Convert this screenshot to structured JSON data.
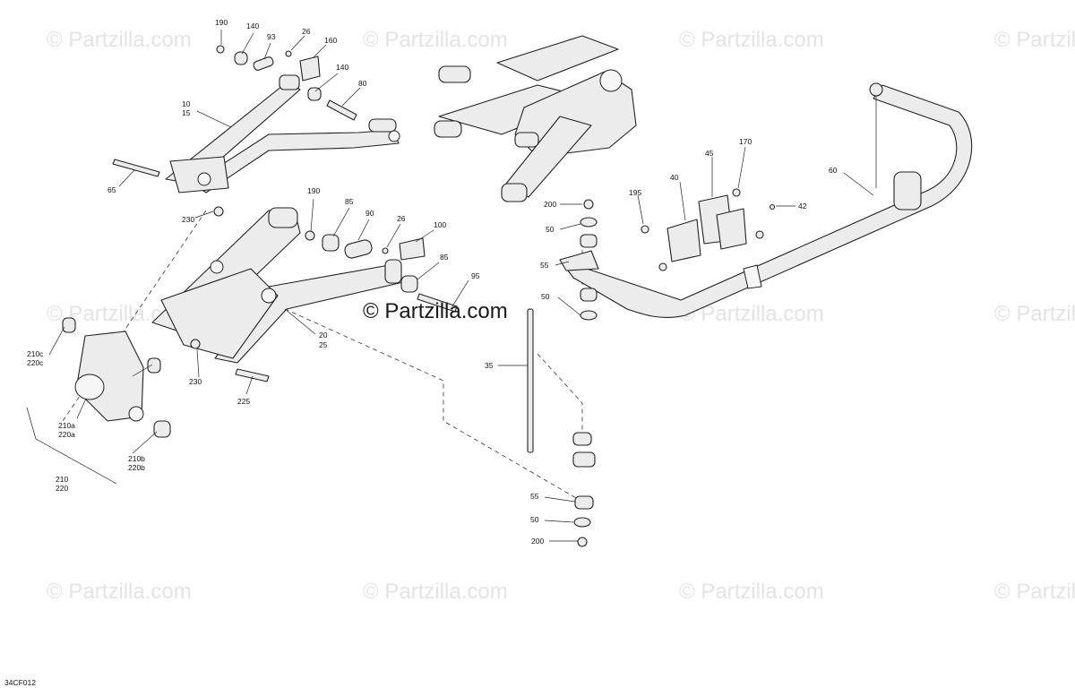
{
  "watermark": {
    "text": "© Partzilla.com",
    "center_text": "© Partzilla.com"
  },
  "reference_code": "34CF012",
  "callouts": [
    {
      "id": "c190a",
      "label": "190"
    },
    {
      "id": "c140a",
      "label": "140"
    },
    {
      "id": "c93",
      "label": "93"
    },
    {
      "id": "c26a",
      "label": "26"
    },
    {
      "id": "c160",
      "label": "160"
    },
    {
      "id": "c140b",
      "label": "140"
    },
    {
      "id": "c80",
      "label": "80"
    },
    {
      "id": "c10",
      "label": "10"
    },
    {
      "id": "c15",
      "label": "15"
    },
    {
      "id": "c65",
      "label": "65"
    },
    {
      "id": "c230a",
      "label": "230"
    },
    {
      "id": "c190b",
      "label": "190"
    },
    {
      "id": "c85a",
      "label": "85"
    },
    {
      "id": "c90",
      "label": "90"
    },
    {
      "id": "c26b",
      "label": "26"
    },
    {
      "id": "c100",
      "label": "100"
    },
    {
      "id": "c85b",
      "label": "85"
    },
    {
      "id": "c95",
      "label": "95"
    },
    {
      "id": "c20",
      "label": "20"
    },
    {
      "id": "c25",
      "label": "25"
    },
    {
      "id": "c230b",
      "label": "230"
    },
    {
      "id": "c225",
      "label": "225"
    },
    {
      "id": "c210c",
      "label": "210c"
    },
    {
      "id": "c220c",
      "label": "220c"
    },
    {
      "id": "c210a",
      "label": "210a"
    },
    {
      "id": "c220a",
      "label": "220a"
    },
    {
      "id": "c210b",
      "label": "210b"
    },
    {
      "id": "c220b",
      "label": "220b"
    },
    {
      "id": "c210",
      "label": "210"
    },
    {
      "id": "c220",
      "label": "220"
    },
    {
      "id": "c200a",
      "label": "200"
    },
    {
      "id": "c50a",
      "label": "50"
    },
    {
      "id": "c55a",
      "label": "55"
    },
    {
      "id": "c50b",
      "label": "50"
    },
    {
      "id": "c35",
      "label": "35"
    },
    {
      "id": "c55b",
      "label": "55"
    },
    {
      "id": "c50c",
      "label": "50"
    },
    {
      "id": "c200b",
      "label": "200"
    },
    {
      "id": "c195",
      "label": "195"
    },
    {
      "id": "c40",
      "label": "40"
    },
    {
      "id": "c45",
      "label": "45"
    },
    {
      "id": "c170",
      "label": "170"
    },
    {
      "id": "c42",
      "label": "42"
    },
    {
      "id": "c60",
      "label": "60"
    }
  ]
}
